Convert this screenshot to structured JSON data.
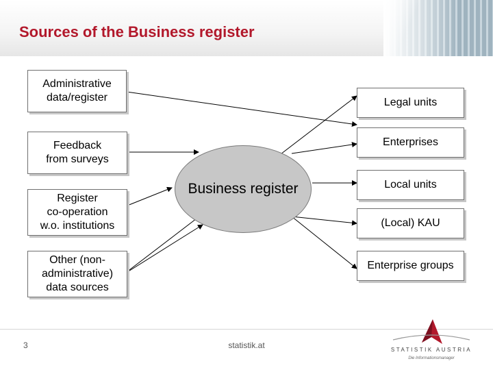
{
  "slide": {
    "title": "Sources of the Business register",
    "page_number": "3",
    "footer_site": "statistik.at"
  },
  "sources": [
    {
      "label": "Administrative\ndata/register"
    },
    {
      "label": "Feedback\nfrom surveys"
    },
    {
      "label": "Register\nco-operation\nw.o. institutions"
    },
    {
      "label": "Other (non-\nadministrative)\ndata sources"
    }
  ],
  "center": {
    "label": "Business register"
  },
  "outputs": [
    {
      "label": "Legal units"
    },
    {
      "label": "Enterprises"
    },
    {
      "label": "Local units"
    },
    {
      "label": "(Local) KAU"
    },
    {
      "label": "Enterprise groups"
    }
  ],
  "logo": {
    "name": "STATISTIK AUSTRIA",
    "tagline": "Die Informationsmanager"
  },
  "colors": {
    "title": "#b2182b",
    "ellipse_fill": "#c7c7c7",
    "logo_accent": "#b2182b"
  }
}
